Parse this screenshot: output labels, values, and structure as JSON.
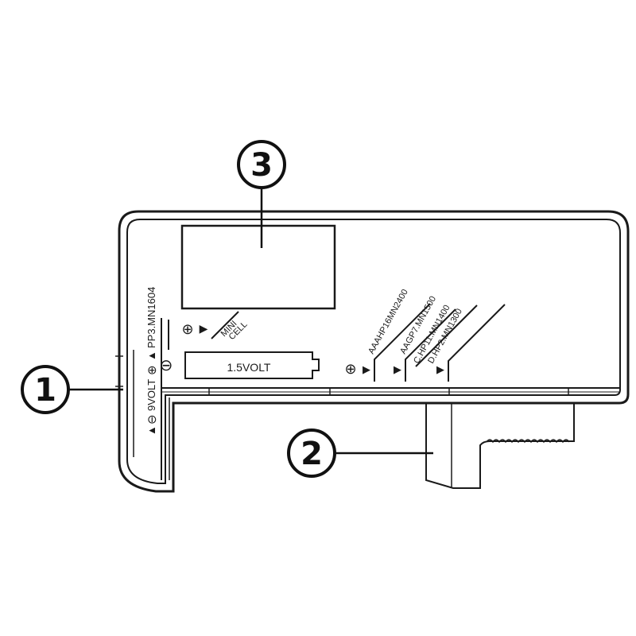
{
  "callouts": [
    {
      "number": "1"
    },
    {
      "number": "2"
    },
    {
      "number": "3"
    }
  ],
  "side_labels": {
    "pp3": "PP3.MN1604",
    "nine_volt": "9VOLT"
  },
  "cell_label": "1.5VOLT",
  "mini_cell": {
    "line1": "MINI",
    "line2": "CELL"
  },
  "slots": [
    {
      "label": "AAAHP16MN2400"
    },
    {
      "label": "AAGP7.MN1500"
    },
    {
      "label": "C.HP11.MN1400"
    },
    {
      "label": "D.HP2.MN1300"
    }
  ],
  "symbols": {
    "plus": "⊕",
    "minus": "⊖",
    "arrow": "▶",
    "arrow_up": "▲"
  },
  "colors": {
    "stroke": "#1a1a1a",
    "background": "#ffffff"
  }
}
